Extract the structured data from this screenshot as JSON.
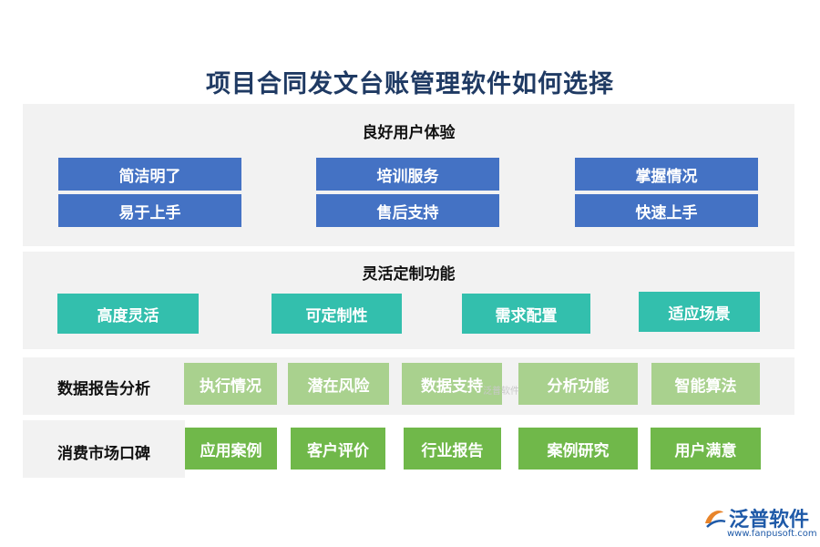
{
  "title": "项目合同发文台账管理软件如何选择",
  "sections": {
    "user_experience": {
      "title": "良好用户体验",
      "items": [
        "简洁明了",
        "培训服务",
        "掌握情况",
        "易于上手",
        "售后支持",
        "快速上手"
      ]
    },
    "customization": {
      "title": "灵活定制功能",
      "items": [
        "高度灵活",
        "可定制性",
        "需求配置",
        "适应场景"
      ]
    },
    "data_report": {
      "label": "数据报告分析",
      "items": [
        "执行情况",
        "潜在风险",
        "数据支持",
        "分析功能",
        "智能算法"
      ]
    },
    "reputation": {
      "label": "消费市场口碑",
      "items": [
        "应用案例",
        "客户评价",
        "行业报告",
        "案例研究",
        "用户满意"
      ]
    }
  },
  "watermark": "泛普软件",
  "logo": {
    "name": "泛普软件",
    "url": "www.fanpusoft.com"
  },
  "colors": {
    "blue": "#4472c4",
    "teal": "#33bfad",
    "light_green": "#a9d18e",
    "green": "#70b84a",
    "title": "#1f3a63"
  }
}
